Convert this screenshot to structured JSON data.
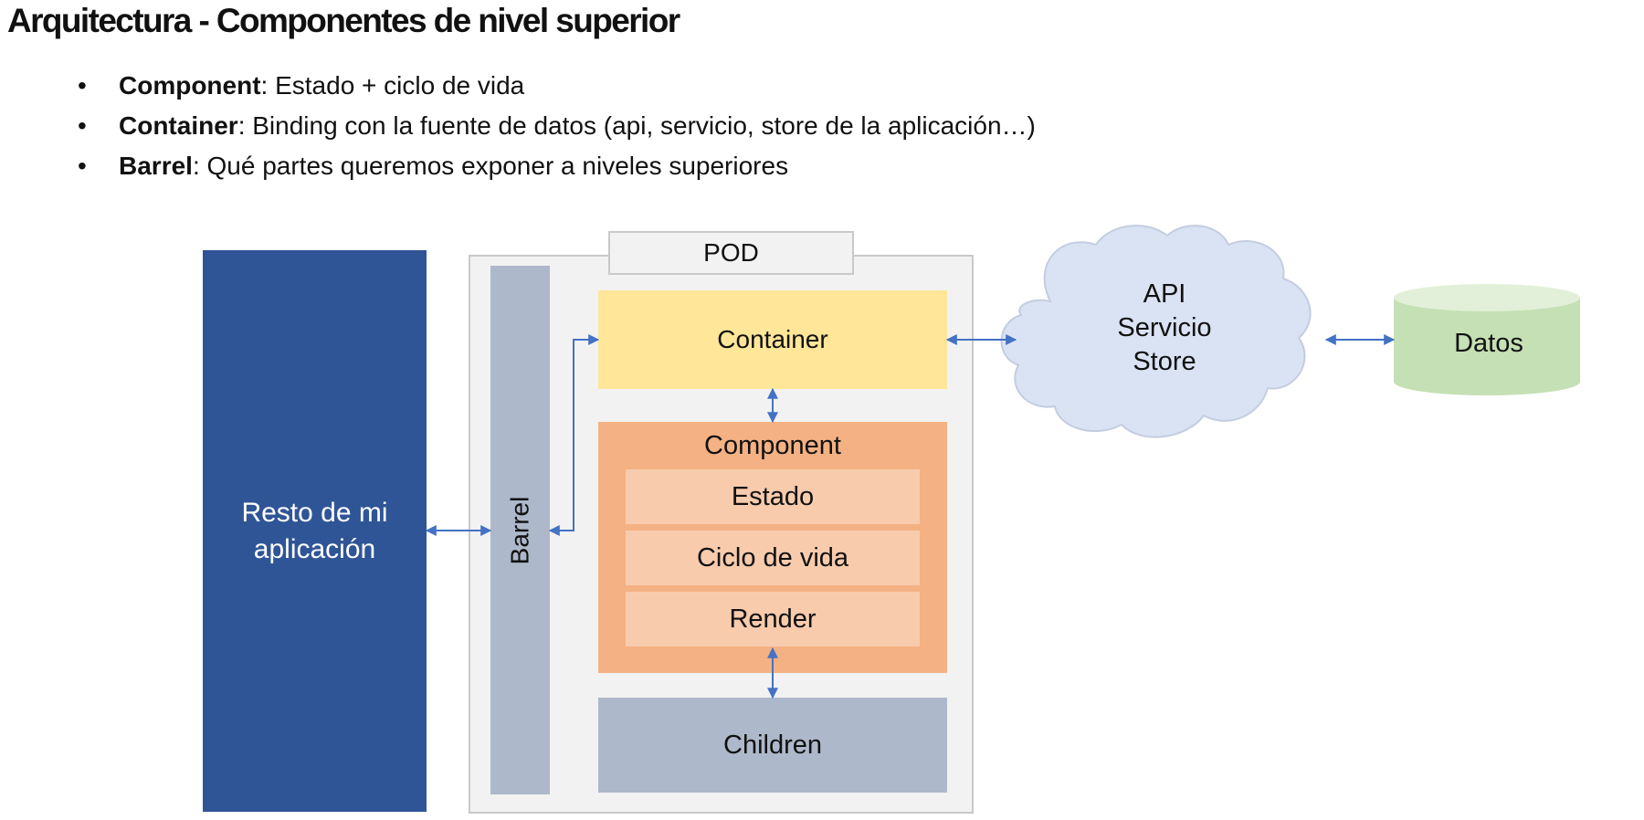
{
  "title": "Arquitectura - Componentes de nivel superior",
  "bullets": [
    {
      "term": "Component",
      "desc": ": Estado + ciclo de vida"
    },
    {
      "term": "Container",
      "desc": ": Binding con la fuente de datos (api, servicio, store de la aplicación…)"
    },
    {
      "term": "Barrel",
      "desc": ": Qué partes queremos exponer a niveles superiores"
    }
  ],
  "diagram": {
    "resto": {
      "line1": "Resto de mi",
      "line2": "aplicación"
    },
    "pod": "POD",
    "barrel": "Barrel",
    "container": "Container",
    "component": {
      "label": "Component",
      "parts": [
        "Estado",
        "Ciclo de vida",
        "Render"
      ]
    },
    "children": "Children",
    "cloud": {
      "lines": [
        "API",
        "Servicio",
        "Store"
      ]
    },
    "datos": "Datos"
  },
  "colors": {
    "resto": "#2f5597",
    "pod_bg": "#f2f2f2",
    "barrel": "#adb9ca",
    "container": "#ffe699",
    "component": "#f4b183",
    "component_part": "#f8cbad",
    "children": "#adb9ca",
    "cloud": "#dae3f3",
    "datos": "#c5e0b4",
    "connector": "#4472c4"
  }
}
